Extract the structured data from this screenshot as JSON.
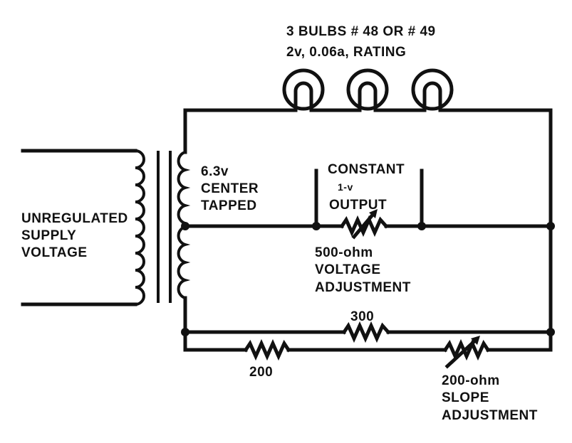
{
  "diagram": {
    "bulbs_label_1": "3 BULBS # 48 OR # 49",
    "bulbs_label_2": "2v, 0.06a, RATING",
    "supply_label_1": "UNREGULATED",
    "supply_label_2": "SUPPLY",
    "supply_label_3": "VOLTAGE",
    "secondary_label_1": "6.3v",
    "secondary_label_2": "CENTER",
    "secondary_label_3": "TAPPED",
    "output_label_1": "CONSTANT",
    "output_label_2": "1-v",
    "output_label_3": "OUTPUT",
    "pot500_label_1": "500-ohm",
    "pot500_label_2": "VOLTAGE",
    "pot500_label_3": "ADJUSTMENT",
    "r300_label": "300",
    "r200_label": "200",
    "pot200_label_1": "200-ohm",
    "pot200_label_2": "SLOPE",
    "pot200_label_3": "ADJUSTMENT"
  }
}
